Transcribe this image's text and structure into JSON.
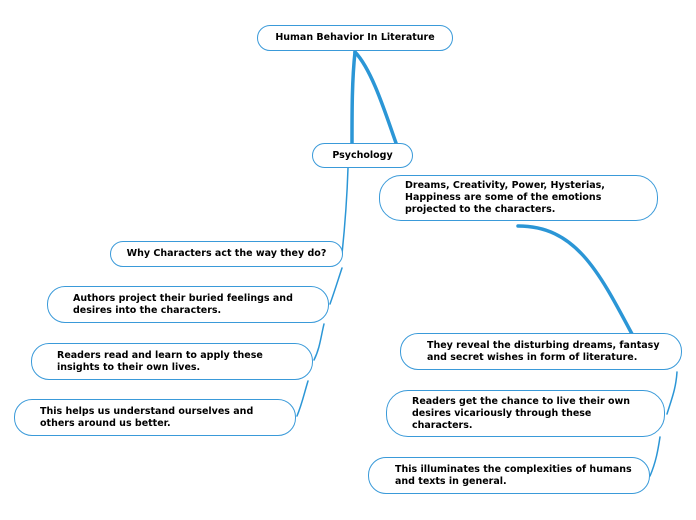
{
  "title": "Human Behavior In Literature",
  "psychology": "Psychology",
  "emotions": "Dreams, Creativity, Power, Hysterias, Happiness are some of the emotions projected to the characters.",
  "left_branch": [
    "Why Characters act the way they do?",
    "Authors project their buried feelings and desires into the characters.",
    "Readers read and learn to apply these insights to their own lives.",
    "This helps us understand ourselves and others around us better."
  ],
  "right_branch": [
    "They reveal the disturbing dreams, fantasy and secret wishes in form of literature.",
    "Readers get the chance to live their own desires vicariously through these characters.",
    "This illuminates the complexities of humans and texts in general."
  ],
  "colors": {
    "connector": "#2b96d6",
    "border": "#3a9ad9"
  }
}
